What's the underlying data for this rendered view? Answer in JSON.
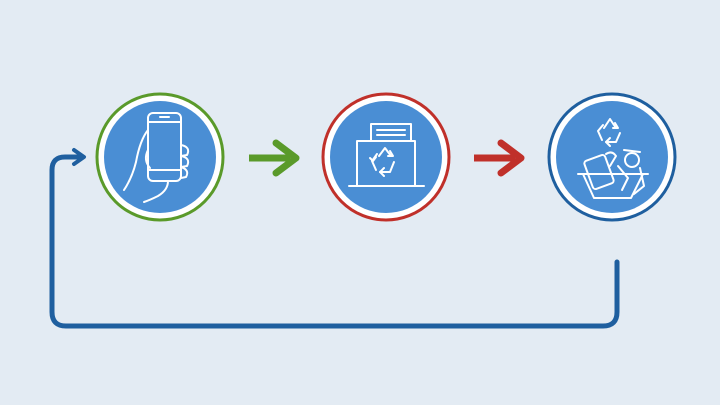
{
  "diagram": {
    "type": "cycle-flow",
    "steps": [
      {
        "name": "smartphone",
        "icon": "hand-holding-phone-icon",
        "ring_color": "#5a9a2a"
      },
      {
        "name": "recycling-drop-box",
        "icon": "recycle-bin-icon",
        "ring_color": "#c0302a"
      },
      {
        "name": "recycling-bin",
        "icon": "recycled-items-icon",
        "ring_color": "#1f5f9f"
      }
    ],
    "arrows": [
      {
        "from": "smartphone",
        "to": "recycling-drop-box",
        "color": "#5a9a2a"
      },
      {
        "from": "recycling-drop-box",
        "to": "recycling-bin",
        "color": "#c0302a"
      },
      {
        "from": "recycling-bin",
        "to": "smartphone",
        "color": "#1f5f9f",
        "style": "loop-back"
      }
    ]
  },
  "colors": {
    "background": "#e3ebf3",
    "circle_fill": "#4a8ed4",
    "icon_stroke": "#ffffff"
  }
}
